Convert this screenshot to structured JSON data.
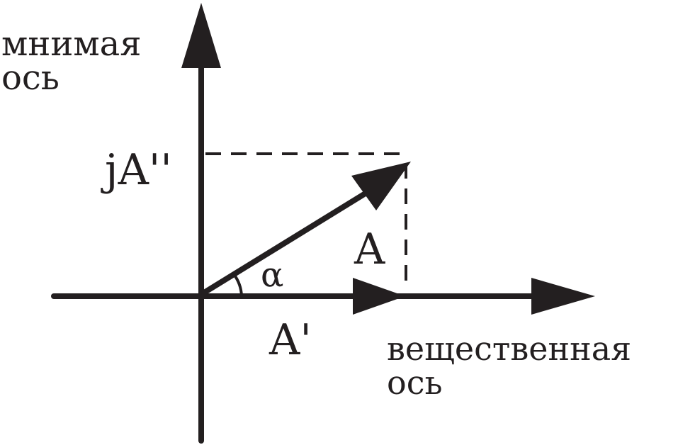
{
  "labels": {
    "imag_axis_line1": "мнимая",
    "imag_axis_line2": "ось",
    "real_axis_line1": "вещественная",
    "real_axis_line2": "ось",
    "imag_component": "jA''",
    "vector": "A",
    "real_component": "A'",
    "angle": "α"
  },
  "colors": {
    "ink": "#231f20",
    "background": "#ffffff"
  }
}
